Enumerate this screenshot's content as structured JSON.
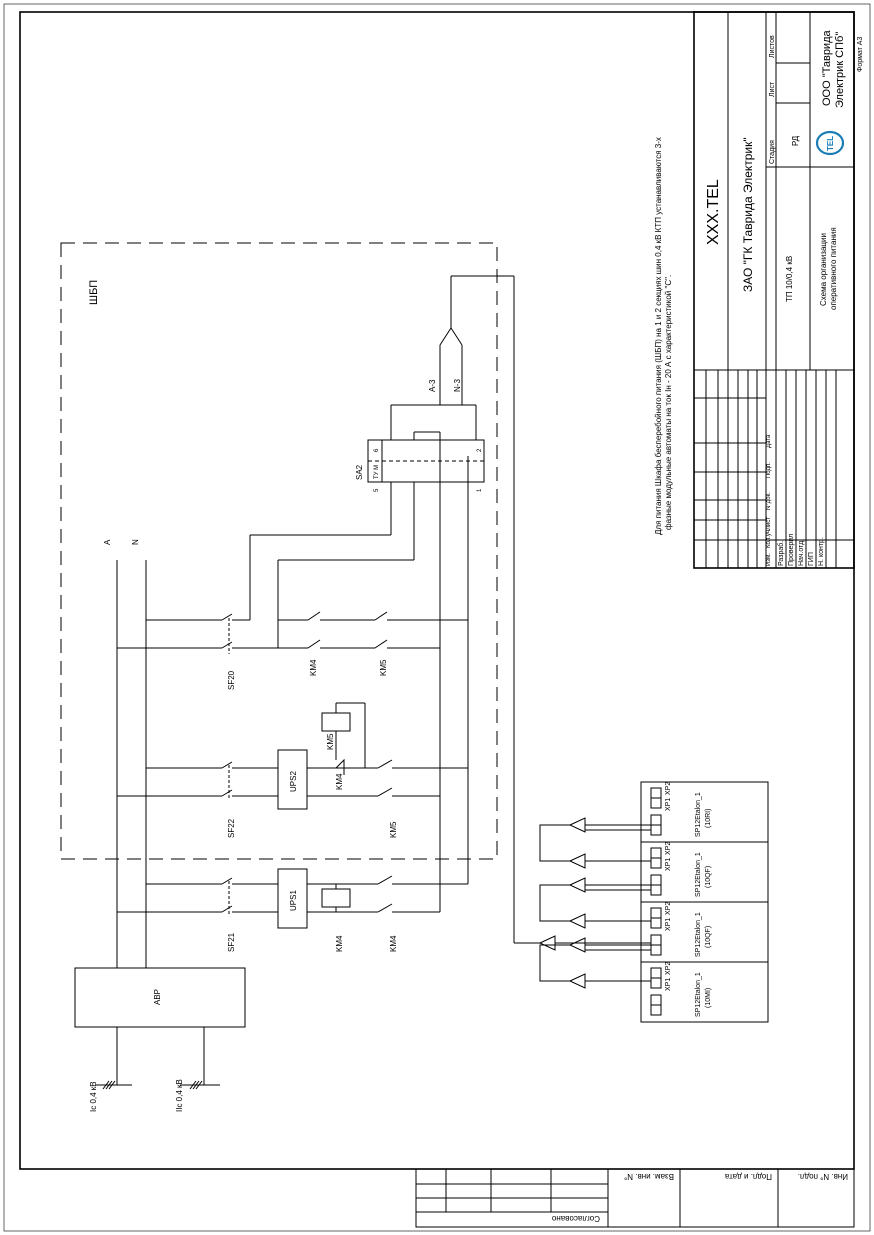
{
  "cabinet_label": "ШБП",
  "note": {
    "line1": "Для питания Шкафа бесперебойного питания (ШБП) на 1 и 2 секциях шин 0,4 кВ КТП устанавливаются 3-х",
    "line2": "фазные модульные автоматы на ток Iн - 20 А с характеристикой \"С\"."
  },
  "buses": {
    "phase": "A",
    "neutral": "N"
  },
  "inputs": {
    "input1": "Iс 0,4 кВ",
    "input2": "IIс 0,4 кВ"
  },
  "avr": "АВР",
  "breakers": {
    "sf20": "SF20",
    "sf21": "SF21",
    "sf22": "SF22"
  },
  "ups": {
    "ups1": "UPS1",
    "ups2": "UPS2"
  },
  "contacts": {
    "km4": "KM4",
    "km5": "KM5"
  },
  "switch": {
    "name": "SA2",
    "positions": "ТУ М",
    "pin1": "1",
    "pin2": "2",
    "pin5": "5",
    "pin6": "6"
  },
  "outputs": {
    "a3": "A-3",
    "n3": "N-3"
  },
  "terminals": {
    "xp1": "XP1",
    "xp2": "XP2"
  },
  "modules": [
    {
      "name": "SP12Etalon_1",
      "code": "(10RI)"
    },
    {
      "name": "SP12Etalon_1",
      "code": "(10QF)"
    },
    {
      "name": "SP12Etalon_1",
      "code": "(10QF)"
    },
    {
      "name": "SP12Etalon_1",
      "code": "(10MI)"
    }
  ],
  "title_block": {
    "designation": "XXX.TEL",
    "organization": "ЗАО \"ГК Таврида Электрик\"",
    "object": "ТП 10/0,4 кВ",
    "drawing_line1": "Схема организации",
    "drawing_line2": "оперативного питания",
    "stage_header": "Стадия",
    "sheet_header": "Лист",
    "sheets_header": "Листов",
    "stage_value": "РД",
    "company_line1": "ООО \"Таврида",
    "company_line2": "Электрик СПб\"",
    "logo_text": "TEL",
    "format": "Формат А3",
    "col_headers": [
      "Изм.",
      "Кол.уч.",
      "Лист",
      "N°док.",
      "Подп.",
      "Дата"
    ],
    "roles": [
      "Разраб.",
      "Проверил",
      "Нач.отд.",
      "ГИП",
      "Н. контр."
    ]
  },
  "margin_block": {
    "inv_podl": "Инв. N° подл.",
    "podp_data": "Подп. и дата",
    "vzam_inv": "Взам. инв. N°",
    "soglasovano": "Согласовано"
  }
}
